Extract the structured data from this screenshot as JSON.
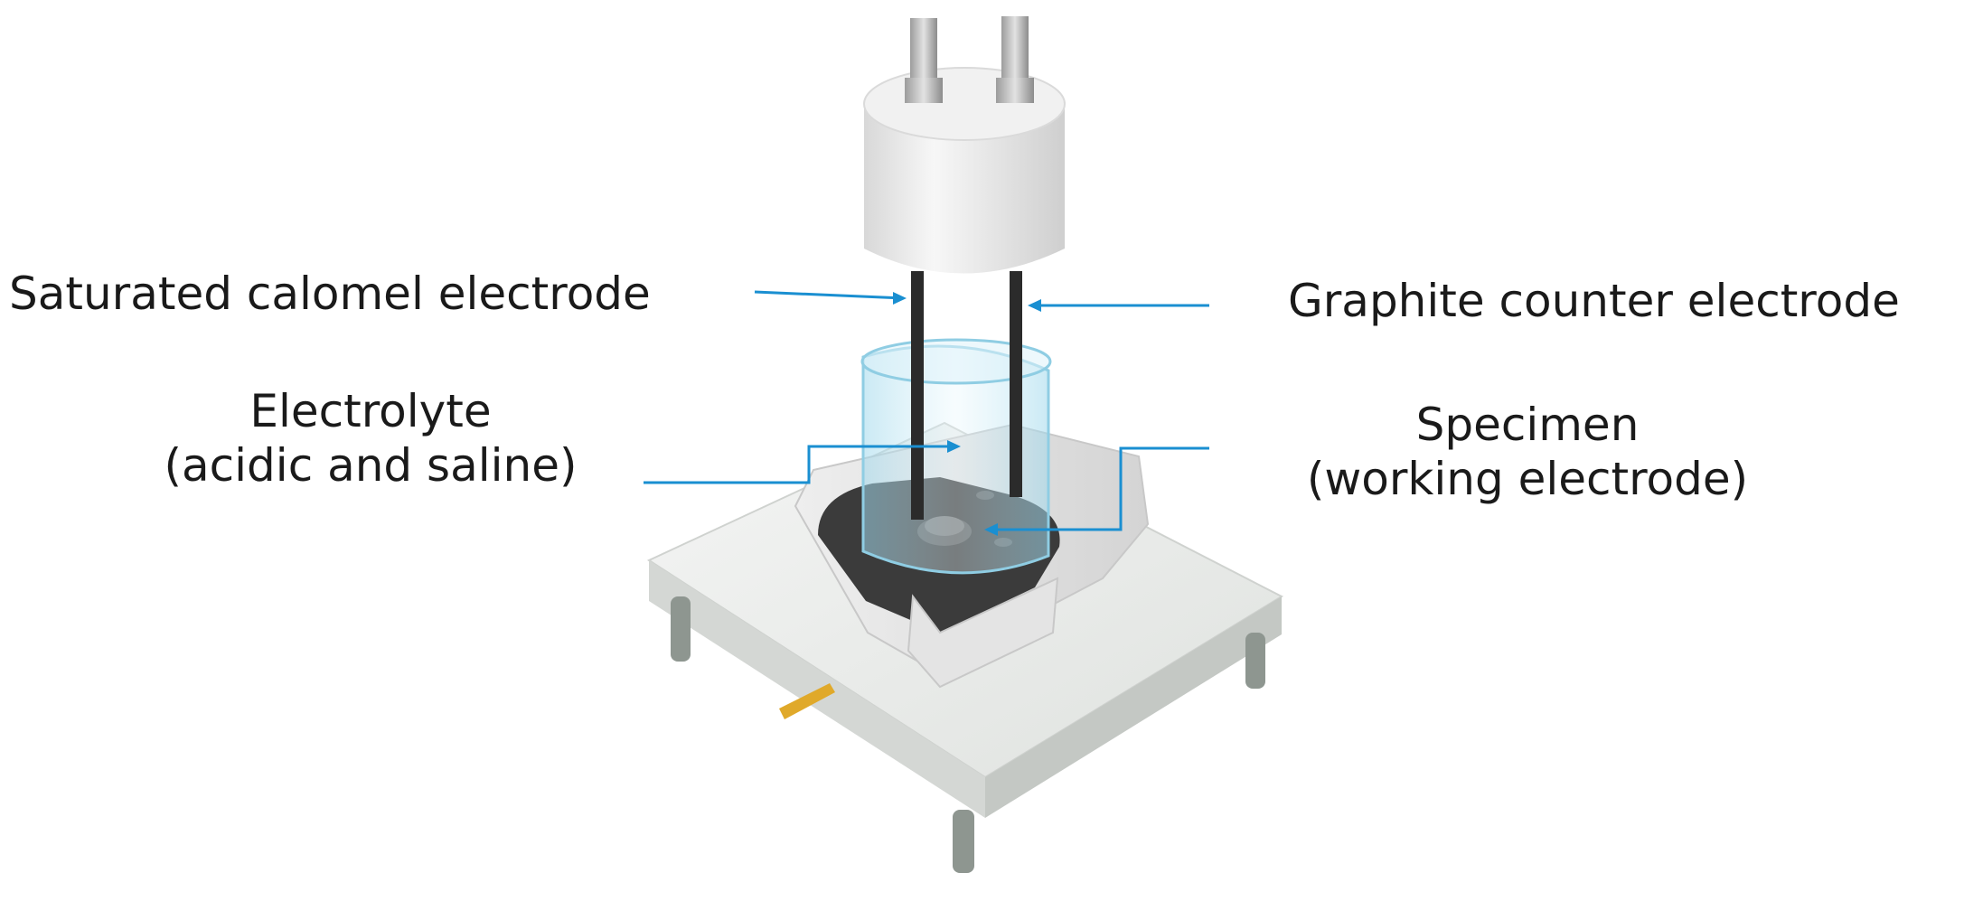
{
  "labels": {
    "sce": "Saturated calomel electrode",
    "graphite": "Graphite counter electrode",
    "electrolyte_line1": "Electrolyte",
    "electrolyte_line2": "(acidic and saline)",
    "specimen_line1": "Specimen",
    "specimen_line2": "(working electrode)"
  },
  "colors": {
    "callout": "#1a8fd1",
    "label_text": "#1a1a1a",
    "rod": "#2b2b2b",
    "cap": "#eeeeee",
    "base": "#e9ebe9",
    "holder": "#3a3a3a",
    "brass_pin": "#e0a92a",
    "glass": "#bfe6f2"
  }
}
